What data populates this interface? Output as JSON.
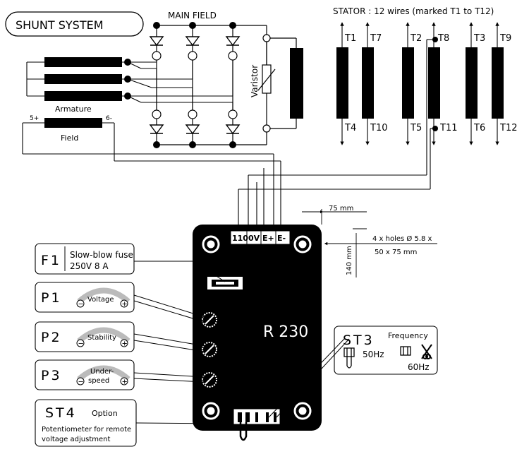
{
  "title": "SHUNT SYSTEM",
  "main_field_label": "MAIN FIELD",
  "varistor_label": "Varistor",
  "armature_label": "Armature",
  "field_label": "Field",
  "field_plus": "5+",
  "field_minus": "6-",
  "stator_label": "STATOR : 12 wires (marked T1 to T12)",
  "stator_top": [
    "T1",
    "T7",
    "T2",
    "T8",
    "T3",
    "T9"
  ],
  "stator_bottom": [
    "T4",
    "T10",
    "T5",
    "T11",
    "T6",
    "T12"
  ],
  "dim_width": "75 mm",
  "dim_height": "140 mm",
  "holes_line1": "4 x holes Ø 5.8 x",
  "holes_line2": "50 x 75 mm",
  "terminals": [
    "110",
    "0V",
    "E+",
    "E-"
  ],
  "regulator_name": "R  230",
  "f1": {
    "code": "F1",
    "line1": "Slow-blow fuse",
    "line2": "250V 8 A"
  },
  "p1": {
    "code": "P1",
    "label": "Voltage"
  },
  "p2": {
    "code": "P2",
    "label": "Stability"
  },
  "p3": {
    "code": "P3",
    "label1": "Under-",
    "label2": "speed"
  },
  "st3": {
    "code": "ST3",
    "title": "Frequency",
    "opt1": "50Hz",
    "opt2": "60Hz"
  },
  "st4": {
    "code": "ST4",
    "title": "Option",
    "line1": "Potentiometer for remote",
    "line2": "voltage adjustment"
  },
  "minus_sign": "−",
  "plus_sign": "+"
}
